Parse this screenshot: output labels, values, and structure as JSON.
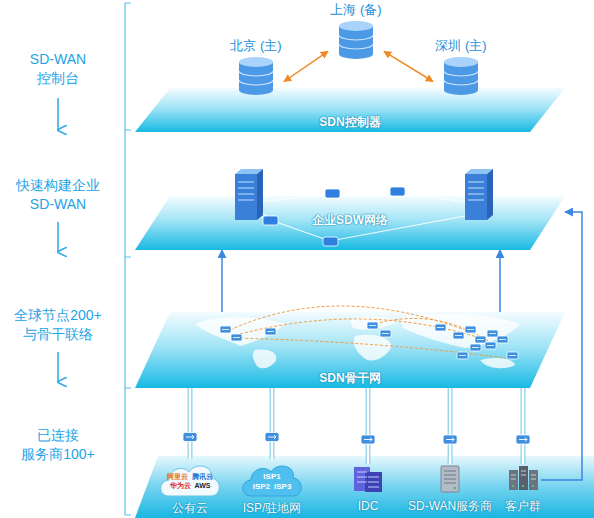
{
  "diagram": {
    "nodes": [
      {
        "text": [
          "SDN控制器"
        ]
      },
      {
        "text": [
          "北京 (主)"
        ],
        "in": 0
      },
      {
        "text": [
          "上海 (备)"
        ],
        "in": 0
      },
      {
        "text": [
          "深圳 (主)"
        ],
        "in": 0
      },
      {
        "text": [
          "企业SDW网络"
        ]
      },
      {
        "text": [
          "SDN骨干网"
        ]
      },
      {
        "text": [
          "阿里云",
          "腾讯云",
          "华为云",
          "AWS",
          "公有云"
        ]
      },
      {
        "text": [
          "ISP1",
          "ISP2",
          "ISP3",
          "ISP/驻地网"
        ]
      },
      {
        "text": [
          "IDC"
        ]
      },
      {
        "text": [
          "SD-WAN服务商"
        ]
      },
      {
        "text": [
          "客户群"
        ]
      }
    ],
    "edges": [
      {
        "from": 1,
        "to": 2,
        "arrow": "both"
      },
      {
        "from": 2,
        "to": 3,
        "arrow": "both"
      },
      {
        "from": 1,
        "to": 3,
        "arrow": "both"
      },
      {
        "from": 5,
        "to": 4,
        "arrow": "to"
      },
      {
        "from": 5,
        "to": 4,
        "arrow": "to"
      },
      {
        "from": 6,
        "to": 5,
        "arrow": "none"
      },
      {
        "from": 7,
        "to": 5,
        "arrow": "none"
      },
      {
        "from": 8,
        "to": 5,
        "arrow": "none"
      },
      {
        "from": 9,
        "to": 5,
        "arrow": "none"
      },
      {
        "from": 10,
        "to": 5,
        "arrow": "none"
      },
      {
        "from": 10,
        "to": 4,
        "arrow": "to"
      }
    ],
    "labels": [
      "SD-WAN 控制台",
      "快速构建企业 SD-WAN",
      "全球节点200+ 与骨干联络",
      "已连接 服务商100+"
    ]
  }
}
